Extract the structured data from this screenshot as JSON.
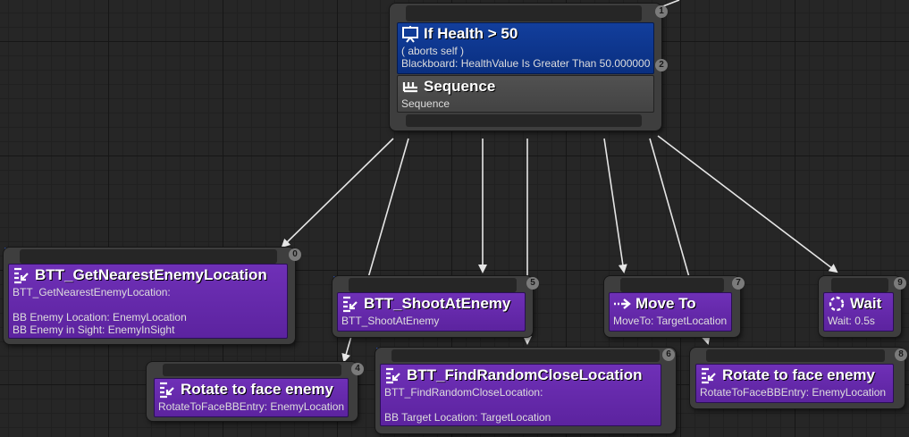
{
  "root": {
    "decorator": {
      "title": "If Health > 50",
      "subtitle": "( aborts self )",
      "detail": "Blackboard: HealthValue Is Greater Than 50.000000",
      "index": "2",
      "icon": "blackboard-decorator-icon"
    },
    "composite": {
      "title": "Sequence",
      "detail": "Sequence",
      "icon": "sequence-icon"
    },
    "index": "1"
  },
  "nodes": [
    {
      "id": "get-nearest",
      "title": "BTT_GetNearestEnemyLocation",
      "detail": "BTT_GetNearestEnemyLocation:\n\nBB Enemy Location: EnemyLocation\nBB Enemy in Sight: EnemyInSight",
      "index": "0",
      "icon": "task-icon"
    },
    {
      "id": "shoot",
      "title": "BTT_ShootAtEnemy",
      "detail": "BTT_ShootAtEnemy",
      "index": "5",
      "icon": "task-icon"
    },
    {
      "id": "rotate-a",
      "title": "Rotate to face enemy",
      "detail": "RotateToFaceBBEntry: EnemyLocation",
      "index": "4",
      "icon": "task-icon"
    },
    {
      "id": "find-random",
      "title": "BTT_FindRandomCloseLocation",
      "detail": "BTT_FindRandomCloseLocation:\n\nBB Target Location: TargetLocation",
      "index": "6",
      "icon": "task-icon"
    },
    {
      "id": "move-to",
      "title": "Move To",
      "detail": "MoveTo: TargetLocation",
      "index": "7",
      "icon": "move-to-icon"
    },
    {
      "id": "rotate-b",
      "title": "Rotate to face enemy",
      "detail": "RotateToFaceBBEntry: EnemyLocation",
      "index": "8",
      "icon": "task-icon"
    },
    {
      "id": "wait",
      "title": "Wait",
      "detail": "Wait: 0.5s",
      "index": "9",
      "icon": "wait-icon"
    }
  ],
  "colors": {
    "task": "#6f30b7",
    "decorator": "#0a2f80",
    "composite": "#4a4a4a",
    "node_bg": "#3e3e3e",
    "wire": "#e6e6e6"
  }
}
